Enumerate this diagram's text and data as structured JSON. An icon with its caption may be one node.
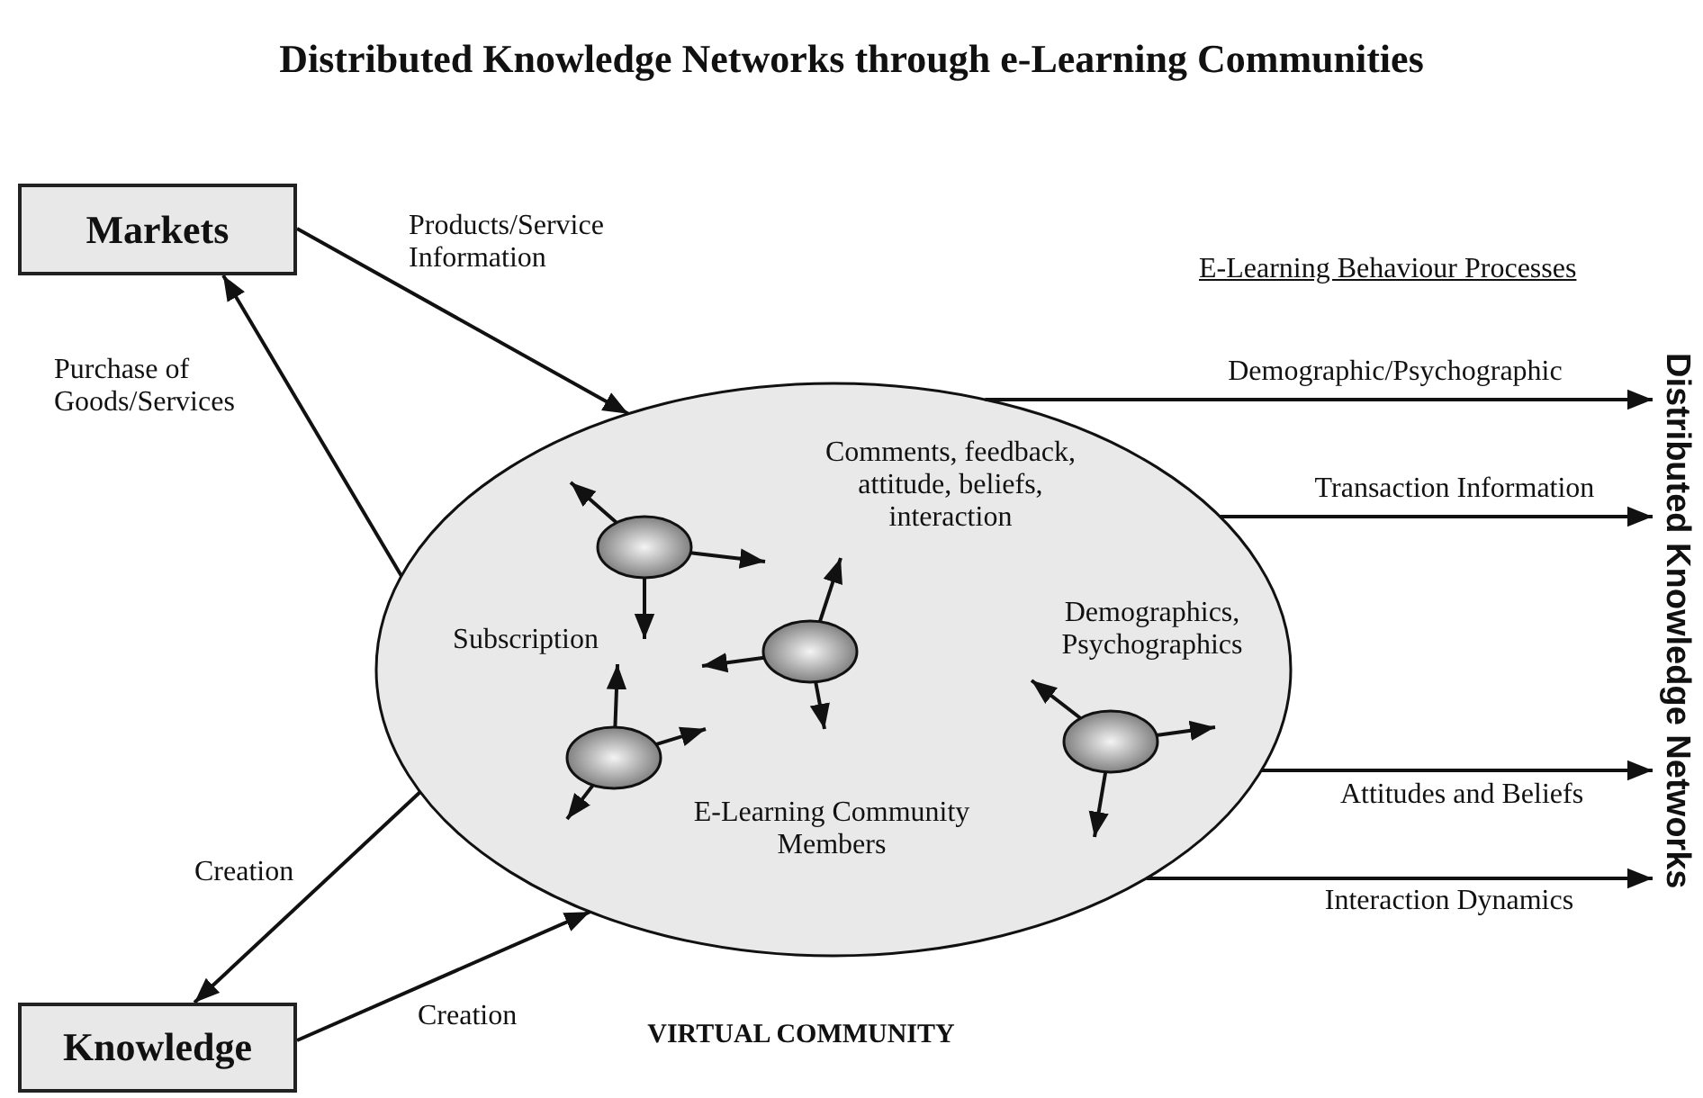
{
  "diagram": {
    "title": "Distributed Knowledge Networks through e-Learning Communities",
    "nodes": [
      {
        "text": [
          "Markets"
        ]
      },
      {
        "text": [
          "Comments, feedback, attitude, beliefs, interaction",
          "Subscription",
          "Demographics, Psychographics",
          "E-Learning Community Members",
          "VIRTUAL COMMUNITY"
        ]
      },
      {
        "text": [],
        "shape": "ellipse",
        "in": 1
      },
      {
        "text": [],
        "shape": "ellipse",
        "in": 1
      },
      {
        "text": [],
        "shape": "ellipse",
        "in": 1
      },
      {
        "text": [],
        "shape": "ellipse",
        "in": 1
      },
      {
        "text": [
          "Knowledge"
        ]
      },
      {
        "text": [
          "Distributed Knowledge Networks"
        ]
      }
    ],
    "edges": [
      {
        "from": 0,
        "to": 1,
        "arrow": "to",
        "label": "Products/Service Information"
      },
      {
        "from": 1,
        "to": 0,
        "arrow": "to",
        "label": "Purchase of Goods/Services"
      },
      {
        "from": 1,
        "to": 6,
        "arrow": "to",
        "label": "Creation"
      },
      {
        "from": 6,
        "to": 1,
        "arrow": "to",
        "label": "Creation"
      },
      {
        "from": 1,
        "to": 7,
        "arrow": "to",
        "label": "Demographic/Psychographic"
      },
      {
        "from": 1,
        "to": 7,
        "arrow": "to",
        "label": "Transaction Information"
      },
      {
        "from": 1,
        "to": 7,
        "arrow": "to",
        "label": "Attitudes and Beliefs"
      },
      {
        "from": 1,
        "to": 7,
        "arrow": "to",
        "label": "Interaction Dynamics"
      },
      {
        "from": 2,
        "to": null,
        "arrow": "to"
      },
      {
        "from": 2,
        "to": null,
        "arrow": "to"
      },
      {
        "from": 2,
        "to": null,
        "arrow": "to"
      },
      {
        "from": 3,
        "to": null,
        "arrow": "to"
      },
      {
        "from": 3,
        "to": null,
        "arrow": "to"
      },
      {
        "from": 3,
        "to": null,
        "arrow": "to"
      },
      {
        "from": 4,
        "to": null,
        "arrow": "to"
      },
      {
        "from": 4,
        "to": null,
        "arrow": "to"
      },
      {
        "from": 4,
        "to": null,
        "arrow": "to"
      },
      {
        "from": 5,
        "to": null,
        "arrow": "to"
      },
      {
        "from": 5,
        "to": null,
        "arrow": "to"
      },
      {
        "from": 5,
        "to": null,
        "arrow": "to"
      }
    ],
    "labels": [
      "E-Learning Behaviour Processes"
    ]
  }
}
